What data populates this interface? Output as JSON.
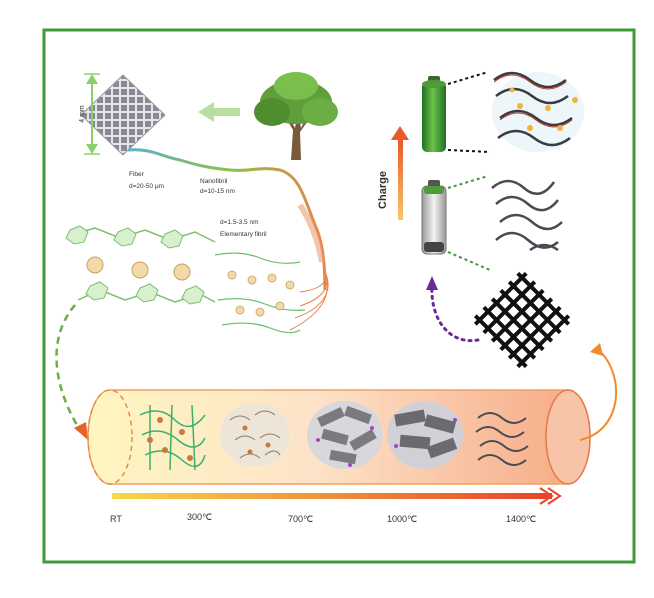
{
  "figure": {
    "frame_color": "#3f9a3a",
    "dimension_label": "4 mm",
    "hierarchy_labels": {
      "fiber": "Fiber",
      "fiber_diameter": "d=20-50 μm",
      "nanofibril": "Nanofibril",
      "nanofibril_diameter": "d=10-15 nm",
      "elementary_diameter": "d=1.5-3.5 nm",
      "elementary": "Elementary fibril"
    },
    "charge_label": "Charge",
    "temperatures": [
      "RT",
      "300℃",
      "700℃",
      "1000℃",
      "1400℃"
    ],
    "colors": {
      "tree_green": "#5f9e3a",
      "battery_green": "#2f8a2f",
      "charge_arrow": "#f08a2a",
      "tube_warm": "#f4a27a",
      "tube_yellow": "#f7e07a",
      "purple_dot": "#6a2a9a"
    },
    "icons": [
      "tree-icon",
      "battery-charged-icon",
      "battery-empty-icon",
      "mesh-icon"
    ]
  }
}
